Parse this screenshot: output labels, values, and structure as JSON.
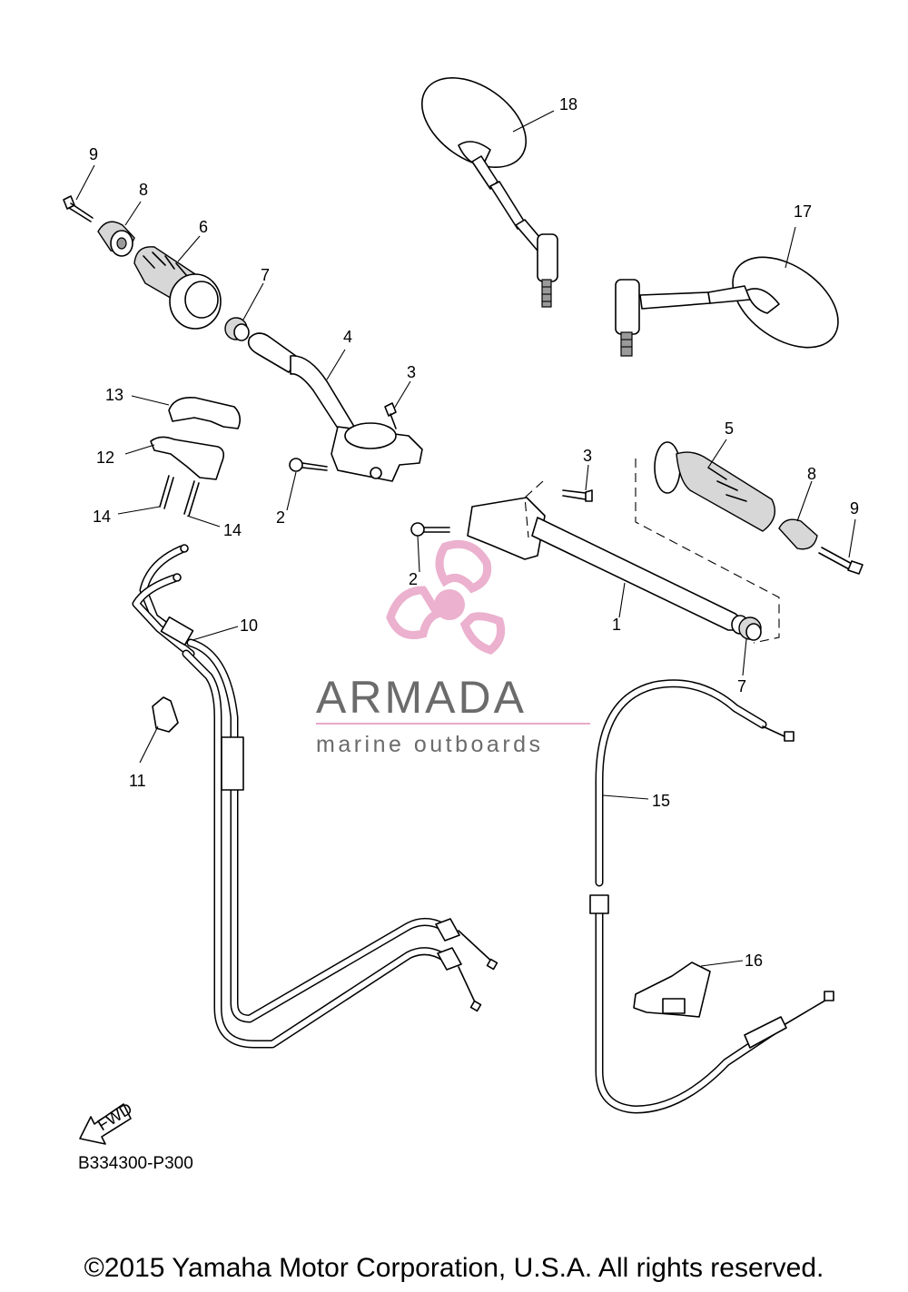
{
  "diagram": {
    "callouts": [
      "1",
      "2",
      "2",
      "3",
      "3",
      "4",
      "5",
      "6",
      "7",
      "7",
      "8",
      "8",
      "9",
      "9",
      "10",
      "11",
      "12",
      "13",
      "14",
      "14",
      "15",
      "16",
      "17",
      "18"
    ],
    "fwd_label": "FWD",
    "diagram_code": "B334300-P300"
  },
  "watermark": {
    "name": "ARMADA",
    "tagline": "marine outboards",
    "colors": {
      "logo_pink": "#e9a9c9",
      "text_gray": "#6b6b6b"
    }
  },
  "footer": {
    "copyright": "©2015 Yamaha Motor Corporation, U.S.A. All rights reserved."
  }
}
